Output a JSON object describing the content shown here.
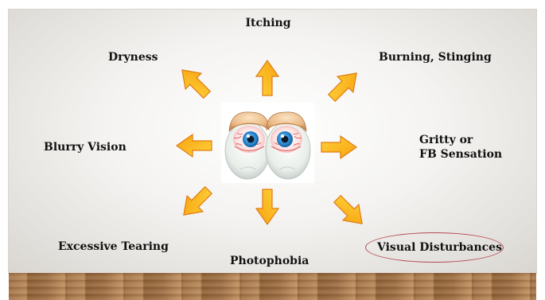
{
  "slide": {
    "labels": {
      "top": "Itching",
      "top_left": "Dryness",
      "top_right": "Burning, Stinging",
      "left": "Blurry Vision",
      "right_line1": "Gritty or",
      "right_line2": "FB Sensation",
      "bottom_left": "Excessive Tearing",
      "bottom": "Photophobia",
      "bottom_right": "Visual Disturbances"
    },
    "central_image": "irritated-eyes-illustration",
    "colors": {
      "arrow_fill": "#fdb813",
      "arrow_stroke": "#e07b12",
      "highlight_oval": "#b5484f"
    }
  }
}
